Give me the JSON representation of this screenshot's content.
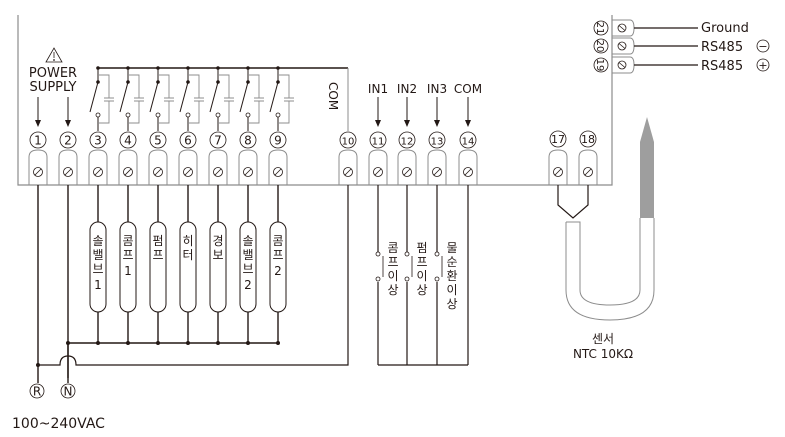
{
  "diagram": {
    "title": "Controller wiring diagram",
    "power": {
      "warning_icon": "warning-triangle-icon",
      "label_line1": "POWER",
      "label_line2": "SUPPLY",
      "live_label": "R",
      "neutral_label": "N",
      "voltage": "100~240VAC"
    },
    "terminals_bottom": [
      "1",
      "2",
      "3",
      "4",
      "5",
      "6",
      "7",
      "8",
      "9",
      "10",
      "11",
      "12",
      "13",
      "14"
    ],
    "relay_com_label": "COM",
    "inputs": [
      {
        "label": "IN1",
        "terminal": "11"
      },
      {
        "label": "IN2",
        "terminal": "12"
      },
      {
        "label": "IN3",
        "terminal": "13"
      },
      {
        "label": "COM",
        "terminal": "14"
      }
    ],
    "loads": [
      {
        "terminal": "3",
        "name": "솔밸브",
        "index": "1"
      },
      {
        "terminal": "4",
        "name": "콤프",
        "index": "1"
      },
      {
        "terminal": "5",
        "name": "펌프",
        "index": ""
      },
      {
        "terminal": "6",
        "name": "히터",
        "index": ""
      },
      {
        "terminal": "7",
        "name": "경보",
        "index": ""
      },
      {
        "terminal": "8",
        "name": "솔밸브",
        "index": "2"
      },
      {
        "terminal": "9",
        "name": "콤프",
        "index": "2"
      }
    ],
    "alarm_inputs": [
      {
        "terminal": "11",
        "name": "콤프이상"
      },
      {
        "terminal": "12",
        "name": "펌프이상"
      },
      {
        "terminal": "13",
        "name": "물순환이상"
      }
    ],
    "sensor": {
      "terminals": [
        "17",
        "18"
      ],
      "name": "센서",
      "type": "NTC 10KΩ"
    },
    "comm": [
      {
        "terminal": "21",
        "label": "Ground",
        "sign": ""
      },
      {
        "terminal": "20",
        "label": "RS485",
        "sign": "−"
      },
      {
        "terminal": "19",
        "label": "RS485",
        "sign": "+"
      }
    ]
  }
}
